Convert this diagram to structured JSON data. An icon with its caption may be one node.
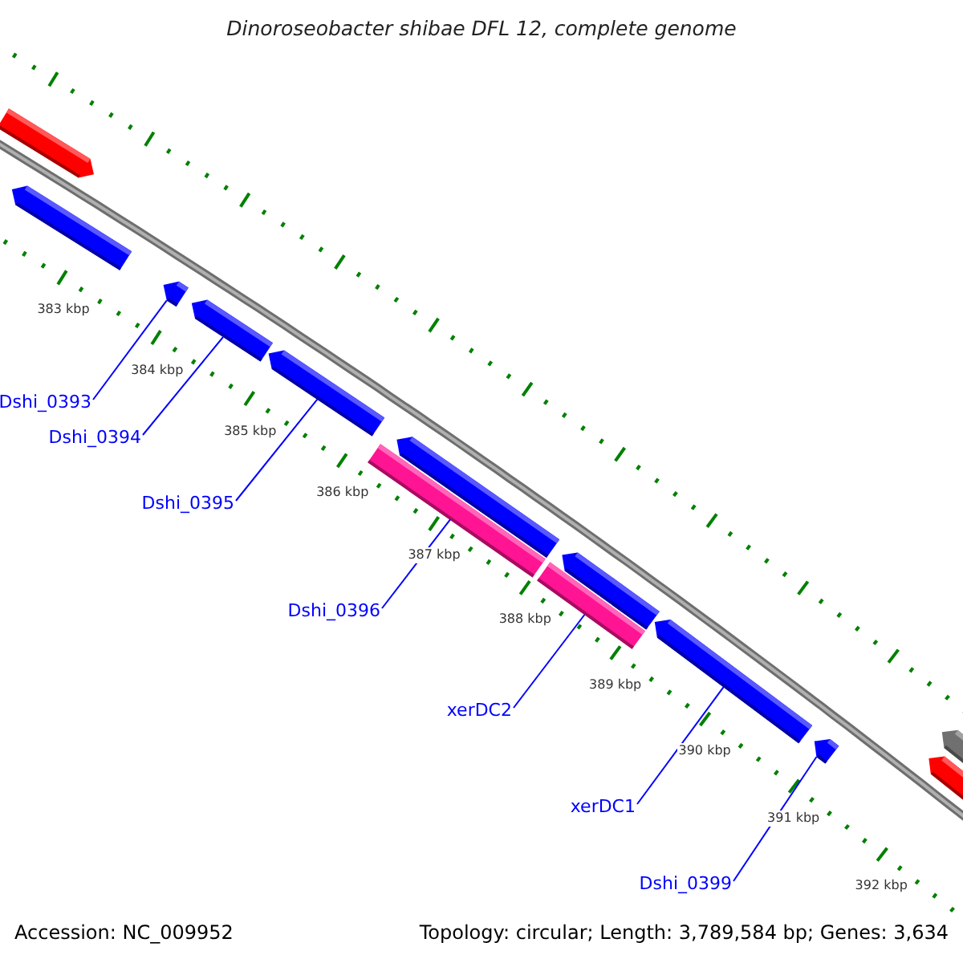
{
  "diagram": {
    "title": "Dinoroseobacter shibae DFL 12, complete genome",
    "nodes": [
      {
        "text": [],
        "shape": "bar"
      },
      {
        "text": [],
        "shape": "bar"
      },
      {
        "text": [],
        "shape": "bar"
      },
      {
        "text": [],
        "shape": "bar"
      },
      {
        "text": [],
        "shape": "bar"
      },
      {
        "text": [],
        "shape": "bar"
      },
      {
        "text": [],
        "shape": "bar"
      },
      {
        "text": [],
        "shape": "bar"
      },
      {
        "text": [],
        "shape": "bar"
      },
      {
        "text": [],
        "shape": "bar"
      },
      {
        "text": [],
        "shape": "bar"
      },
      {
        "text": [],
        "shape": "bar"
      },
      {
        "text": [],
        "shape": "bar"
      },
      {
        "text": [
          "Dshi_0393"
        ]
      },
      {
        "text": [
          "Dshi_0394"
        ]
      },
      {
        "text": [
          "Dshi_0395"
        ]
      },
      {
        "text": [
          "Dshi_0396"
        ]
      },
      {
        "text": [
          "xerDC2"
        ]
      },
      {
        "text": [
          "xerDC1"
        ]
      },
      {
        "text": [
          "Dshi_0399"
        ]
      }
    ],
    "edges": [
      {
        "from": 13,
        "to": 2,
        "arrow": "none"
      },
      {
        "from": 14,
        "to": 3,
        "arrow": "none"
      },
      {
        "from": 15,
        "to": 4,
        "arrow": "none"
      },
      {
        "from": 16,
        "to": 5,
        "arrow": "none"
      },
      {
        "from": 17,
        "to": 7,
        "arrow": "none"
      },
      {
        "from": 18,
        "to": 9,
        "arrow": "none"
      },
      {
        "from": 19,
        "to": 10,
        "arrow": "none"
      }
    ],
    "labels": [
      "383 kbp",
      "384 kbp",
      "385 kbp",
      "386 kbp",
      "387 kbp",
      "388 kbp",
      "389 kbp",
      "390 kbp",
      "391 kbp",
      "392 kbp",
      "Accession: NC_009952",
      "Topology: circular; Length: 3,789,584 bp; Genes: 3,634"
    ]
  }
}
